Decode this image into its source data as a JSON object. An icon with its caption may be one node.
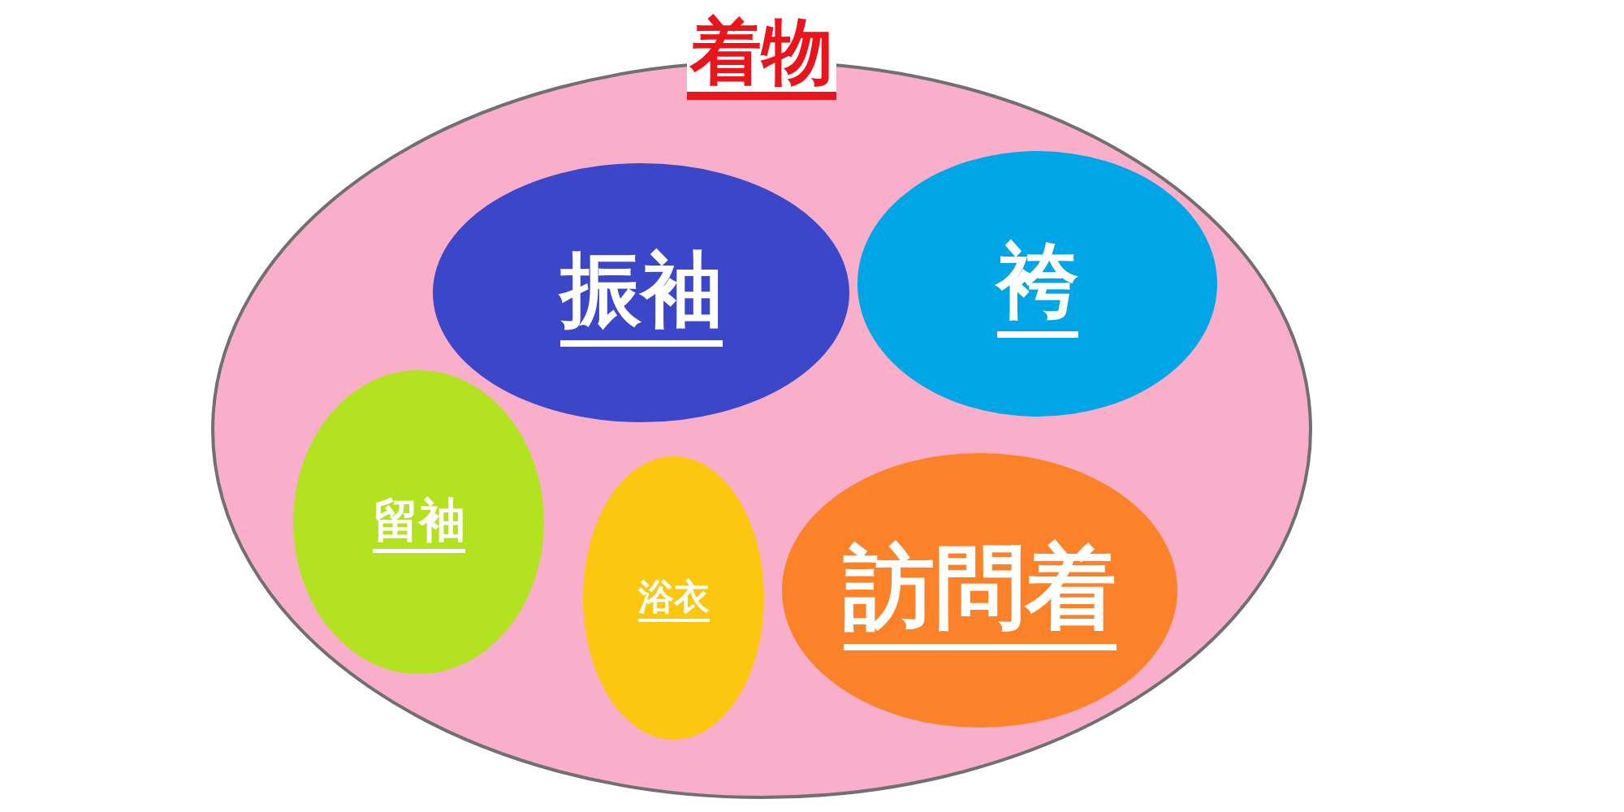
{
  "diagram": {
    "nodes": [
      {
        "text": [
          "着物"
        ]
      },
      {
        "text": [
          "振袖"
        ],
        "in": 0
      },
      {
        "text": [
          "袴"
        ],
        "in": 0
      },
      {
        "text": [
          "留袖"
        ],
        "in": 0
      },
      {
        "text": [
          "浴衣"
        ],
        "in": 0
      },
      {
        "text": [
          "訪問着"
        ],
        "in": 0
      }
    ]
  }
}
